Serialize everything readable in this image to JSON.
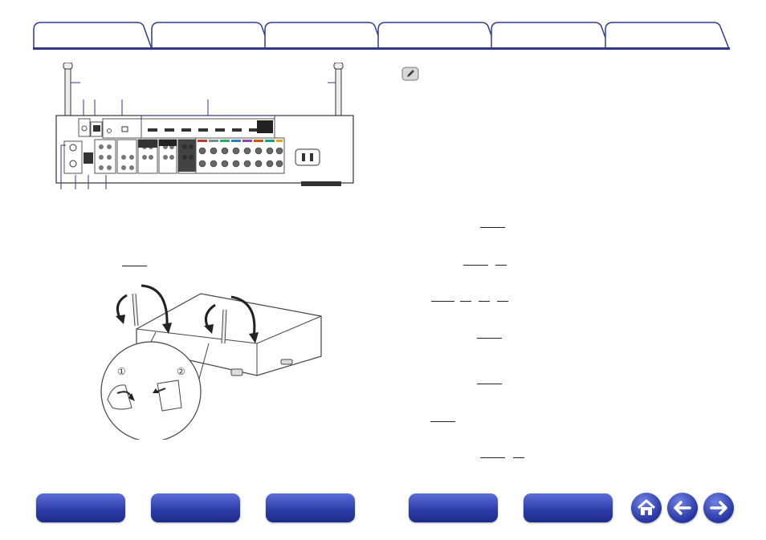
{
  "header": {
    "tab_count": 6
  },
  "rear_panel": {
    "callouts_top": [
      "",
      "",
      "",
      "",
      ""
    ],
    "callouts_bottom": [
      "",
      "",
      "",
      ""
    ]
  },
  "note": {
    "icon": "pencil-icon"
  },
  "antenna_steps": [
    "①",
    "②"
  ],
  "nav": {
    "buttons": [
      "",
      "",
      "",
      "",
      ""
    ],
    "home_icon": "home-icon",
    "back_icon": "arrow-left-icon",
    "forward_icon": "arrow-right-icon"
  },
  "colors": {
    "brand": "#2f3a8f",
    "button": "#2b3aa6"
  }
}
